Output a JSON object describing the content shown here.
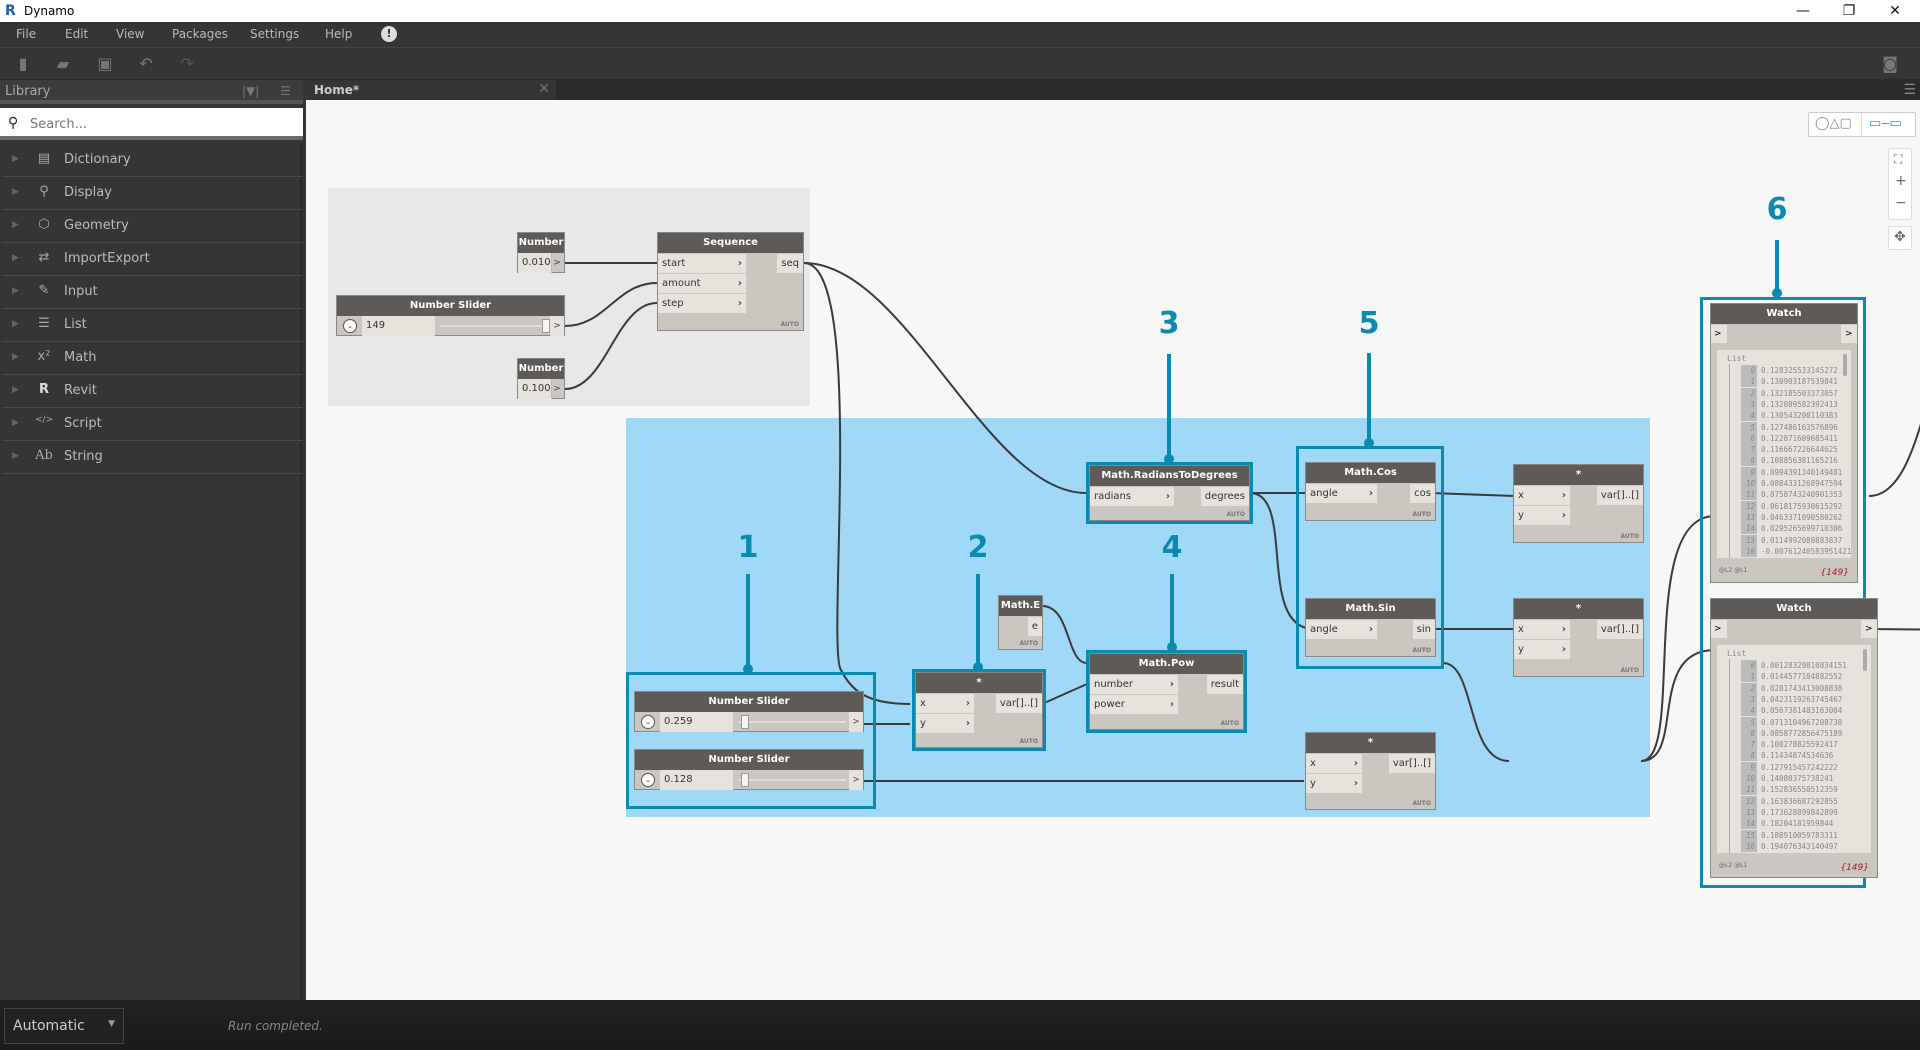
{
  "window": {
    "title": "Dynamo",
    "minimize": "—",
    "restore": "❐",
    "close": "✕"
  },
  "menu": [
    "File",
    "Edit",
    "View",
    "Packages",
    "Settings",
    "Help"
  ],
  "toolbar": {
    "new": "new-file",
    "open": "open-file",
    "save": "save",
    "undo": "undo",
    "redo": "redo",
    "screenshot": "camera"
  },
  "library": {
    "title": "Library",
    "search_placeholder": "Search...",
    "items": [
      {
        "label": "Dictionary",
        "icon": "▤"
      },
      {
        "label": "Display",
        "icon": "⚲"
      },
      {
        "label": "Geometry",
        "icon": "⬡"
      },
      {
        "label": "ImportExport",
        "icon": "⇄"
      },
      {
        "label": "Input",
        "icon": "✎"
      },
      {
        "label": "List",
        "icon": "☰"
      },
      {
        "label": "Math",
        "icon": "x²"
      },
      {
        "label": "Revit",
        "icon": "R"
      },
      {
        "label": "Script",
        "icon": "</>"
      },
      {
        "label": "String",
        "icon": "Ab"
      }
    ]
  },
  "tab": {
    "label": "Home*",
    "close": "✕"
  },
  "nodes": {
    "number1": {
      "title": "Number",
      "value": "0.010"
    },
    "number2": {
      "title": "Number",
      "value": "0.100"
    },
    "slider_top": {
      "title": "Number Slider",
      "value": "149",
      "fraction": 0.98
    },
    "sequence": {
      "title": "Sequence",
      "inputs": [
        "start",
        "amount",
        "step"
      ],
      "output": "seq"
    },
    "slider1": {
      "title": "Number Slider",
      "value": "0.259",
      "fraction": 0.03
    },
    "slider2": {
      "title": "Number Slider",
      "value": "0.128",
      "fraction": 0.03
    },
    "mult1": {
      "title": "*",
      "inputs": [
        "x",
        "y"
      ],
      "output": "var[]..[]"
    },
    "mathE": {
      "title": "Math.E",
      "output": "e"
    },
    "rad2deg": {
      "title": "Math.RadiansToDegrees",
      "inputs": [
        "radians"
      ],
      "output": "degrees"
    },
    "pow": {
      "title": "Math.Pow",
      "inputs": [
        "number",
        "power"
      ],
      "output": "result"
    },
    "cos": {
      "title": "Math.Cos",
      "inputs": [
        "angle"
      ],
      "output": "cos"
    },
    "sin": {
      "title": "Math.Sin",
      "inputs": [
        "angle"
      ],
      "output": "sin"
    },
    "mult2": {
      "title": "*",
      "inputs": [
        "x",
        "y"
      ],
      "output": "var[]..[]"
    },
    "mult3": {
      "title": "*",
      "inputs": [
        "x",
        "y"
      ],
      "output": "var[]..[]"
    },
    "mult4": {
      "title": "*",
      "inputs": [
        "x",
        "y"
      ],
      "output": "var[]..[]"
    },
    "auto": "AUTO"
  },
  "watch1": {
    "title": "Watch",
    "list_label": "List",
    "levels": "@L2 @L1",
    "count": "{149}",
    "values": [
      "0.128325533145272",
      "0.130903187539841",
      "0.132185503373057",
      "0.132089582392413",
      "0.130543200110383",
      "0.127486163576896",
      "0.122871609685411",
      "0.116667226644625",
      "0.108856381165216",
      "0.0994391340149481",
      "0.0884331268947594",
      "0.0758743240901353",
      "0.0618175930615292",
      "0.0463371090580262",
      "0.0295265699710306",
      "0.0114992089883837",
      "-0.00761240583951421"
    ]
  },
  "watch2": {
    "title": "Watch",
    "list_label": "List",
    "levels": "@L2 @L1",
    "count": "{149}",
    "values": [
      "0.00128329810834151",
      "0.0144577104882552",
      "0.0281743413008838",
      "0.0423119263745467",
      "0.0567381483163004",
      "0.0713104967208738",
      "0.0858772856475189",
      "0.100278825592417",
      "0.11434874534636",
      "0.127915457242222",
      "0.14080375738241",
      "0.152836550512359",
      "0.163836687292855",
      "0.173628899842899",
      "0.18204181959844",
      "0.188910059783311",
      "0.194076343140497"
    ]
  },
  "callouts": [
    "1",
    "2",
    "3",
    "4",
    "5",
    "6"
  ],
  "status": {
    "run_mode": "Automatic",
    "message": "Run completed."
  },
  "colors": {
    "callout": "#0a8ab0",
    "group_blue": "#a0d8f8",
    "group_gray": "#e8e8e8"
  }
}
